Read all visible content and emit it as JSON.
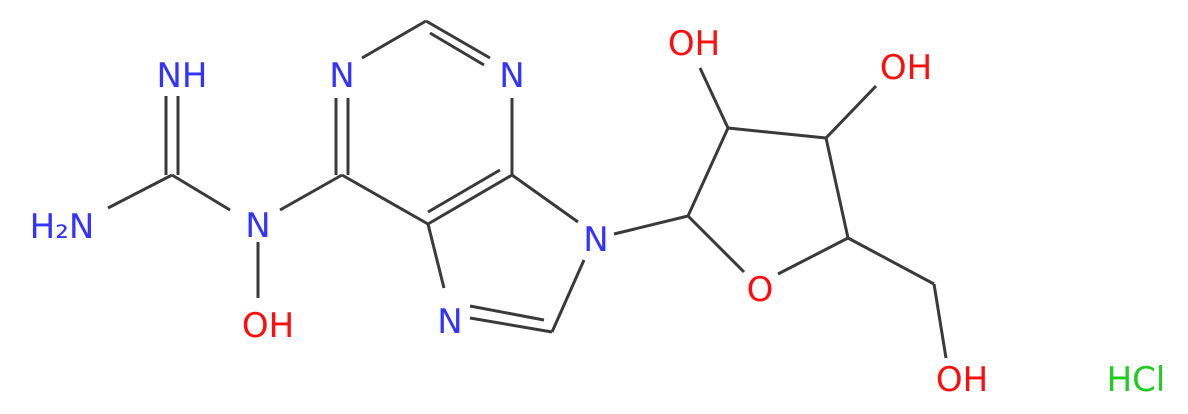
{
  "colors": {
    "bond": "#3a3a3a",
    "nitrogen": "#3333ff",
    "oxygen": "#ff0d0d",
    "chlorine": "#1fcc1f"
  },
  "atoms": {
    "imine_nh": {
      "text": "NH",
      "element": "N"
    },
    "amine_nh2": {
      "text": "H₂N",
      "element": "N"
    },
    "n_hydroxy": {
      "text": "N",
      "element": "N"
    },
    "n_oh": {
      "text": "OH",
      "element": "O"
    },
    "purine_n1": {
      "text": "N",
      "element": "N"
    },
    "purine_n3": {
      "text": "N",
      "element": "N"
    },
    "purine_n9": {
      "text": "N",
      "element": "N"
    },
    "purine_n7": {
      "text": "N",
      "element": "N"
    },
    "ring_o": {
      "text": "O",
      "element": "O"
    },
    "oh_2": {
      "text": "OH",
      "element": "O"
    },
    "oh_3": {
      "text": "OH",
      "element": "O"
    },
    "oh_5": {
      "text": "OH",
      "element": "O"
    },
    "salt": {
      "text": "HCl",
      "element": "Cl"
    }
  }
}
